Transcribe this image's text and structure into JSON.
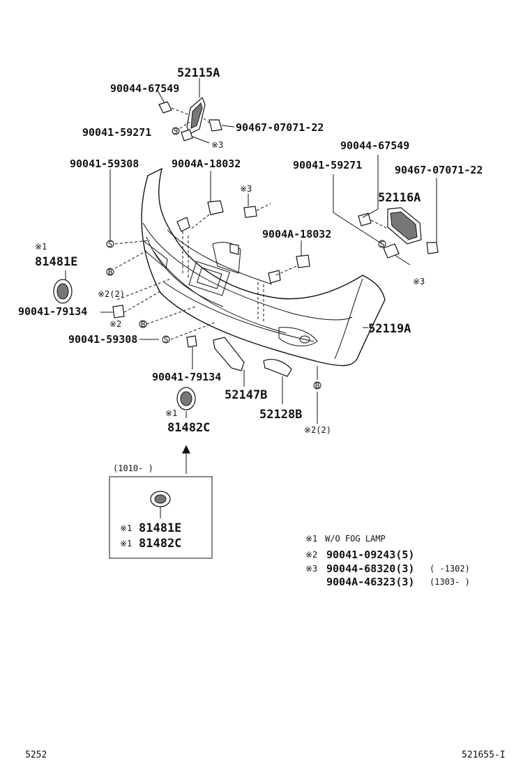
{
  "labels": {
    "p52115A": "52115A",
    "p90044_67549_a": "90044-67549",
    "p90041_59271_a": "90041-59271",
    "p90467_07071_22_a": "90467-07071-22",
    "n3_a": "※3",
    "p90041_59308_a": "90041-59308",
    "p9004A_18032_a": "9004A-18032",
    "p90044_67549_b": "90044-67549",
    "p90041_59271_b": "90041-59271",
    "p90467_07071_22_b": "90467-07071-22",
    "n3_b": "※3",
    "p52116A": "52116A",
    "n1_a": "※1",
    "p81481E": "81481E",
    "p9004A_18032_b": "9004A-18032",
    "n2_2_a": "※2(2)",
    "n3_c": "※3",
    "p90041_79134_a": "90041-79134",
    "n2_a": "※2",
    "p52119A": "52119A",
    "p90041_59308_b": "90041-59308",
    "p90041_79134_b": "90041-79134",
    "p52147B": "52147B",
    "p52128B": "52128B",
    "n1_b": "※1",
    "p81482C": "81482C",
    "n2_2_b": "※2(2)",
    "inset_date": "(1010-    )",
    "inset_n1_a": "※1",
    "inset_81481E": "81481E",
    "inset_n1_b": "※1",
    "inset_81482C": "81482C"
  },
  "symbols": {
    "s": "S",
    "b": "B"
  },
  "notes": [
    {
      "mark": "※1",
      "text": "W/O FOG LAMP",
      "range": ""
    },
    {
      "mark": "※2",
      "text": "90041-09243(5)",
      "range": ""
    },
    {
      "mark": "※3",
      "text": "90044-68320(3)",
      "range": "(     -1302)"
    },
    {
      "mark": "",
      "text": "9004A-46323(3)",
      "range": "(1303-     )"
    }
  ],
  "footer": {
    "left": "5252",
    "right": "521655-I"
  }
}
